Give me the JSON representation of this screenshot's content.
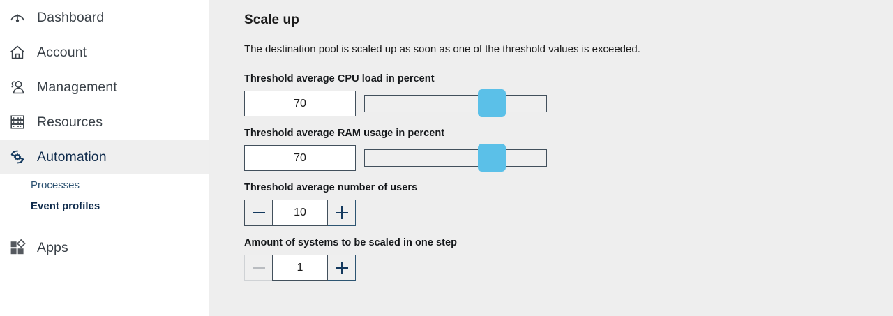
{
  "sidebar": {
    "items": [
      {
        "label": "Dashboard",
        "icon": "gauge-icon",
        "active": false
      },
      {
        "label": "Account",
        "icon": "home-icon",
        "active": false
      },
      {
        "label": "Management",
        "icon": "users-icon",
        "active": false
      },
      {
        "label": "Resources",
        "icon": "server-rack-icon",
        "active": false
      },
      {
        "label": "Automation",
        "icon": "automation-gear-icon",
        "active": true
      },
      {
        "label": "Apps",
        "icon": "apps-icon",
        "active": false
      }
    ],
    "subitems": [
      {
        "label": "Processes",
        "active": false
      },
      {
        "label": "Event profiles",
        "active": true
      }
    ]
  },
  "main": {
    "title": "Scale up",
    "description": "The destination pool is scaled up as soon as one of the threshold values is exceeded.",
    "fields": [
      {
        "label": "Threshold average CPU load in percent",
        "type": "slider",
        "value": "70",
        "percent": 70,
        "min": 0,
        "max": 100
      },
      {
        "label": "Threshold average RAM usage in percent",
        "type": "slider",
        "value": "70",
        "percent": 70,
        "min": 0,
        "max": 100
      },
      {
        "label": "Threshold average number of users",
        "type": "stepper",
        "value": "10",
        "minus_label": "−",
        "plus_label": "+",
        "minus_disabled": false
      },
      {
        "label": "Amount of systems to be scaled in one step",
        "type": "stepper",
        "value": "1",
        "minus_label": "−",
        "plus_label": "+",
        "minus_disabled": true
      }
    ]
  },
  "colors": {
    "accent_slider": "#5bc0e8",
    "nav_active_text": "#0f2b4c",
    "nav_text": "#3a4148",
    "nav_active_bg": "#efefef",
    "page_bg": "#eeeeee",
    "sidebar_bg": "#ffffff",
    "border": "#42505c"
  }
}
